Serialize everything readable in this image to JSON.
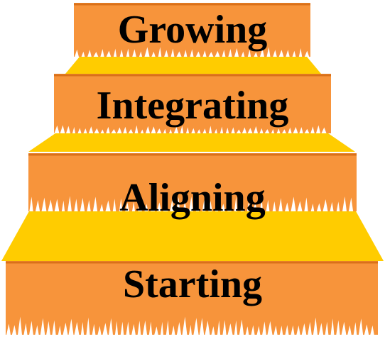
{
  "diagram": {
    "steps": [
      {
        "label": "Starting"
      },
      {
        "label": "Aligning"
      },
      {
        "label": "Integrating"
      },
      {
        "label": "Growing"
      }
    ],
    "colors": {
      "riser": "#F7943B",
      "tread": "#FFCC00",
      "edge": "#D9701A",
      "text": "#000000"
    }
  }
}
